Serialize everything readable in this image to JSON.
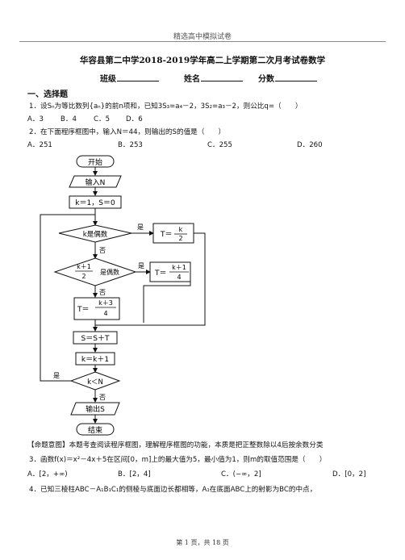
{
  "header": {
    "title": "精选高中模拟试卷"
  },
  "exam": {
    "title": "华容县第二中学2018-2019学年高二上学期第二次月考试卷数学",
    "class_label": "班级",
    "name_label": "姓名",
    "score_label": "分数"
  },
  "section1": {
    "heading": "一、选择题"
  },
  "q1": {
    "text": "1．设Sₙ为等比数列{aₙ}的前n项和，已知3S₃=a₄－2，3S₂=a₃－2，则公比q=（　　）",
    "options": [
      "A．3",
      "B．4",
      "C．5",
      "D．6"
    ]
  },
  "q2": {
    "text": "2．在下面程序框图中，输入N＝44，则输出的S的值是（　　）",
    "options": [
      "A．251",
      "B．253",
      "C．255",
      "D．260"
    ]
  },
  "flowchart": {
    "start": "开始",
    "input": "输入N",
    "init": "k＝1，S＝0",
    "cond1": "k是偶数",
    "yes1": "是",
    "no1": "否",
    "assign1_left": "T＝",
    "assign1_num": "k",
    "assign1_den": "2",
    "cond2_num": "k＋1",
    "cond2_den": "2",
    "cond2_tail": "是偶数",
    "yes2": "是",
    "no2": "否",
    "assign2_left": "T＝",
    "assign2_num": "k＋1",
    "assign2_den": "4",
    "assign3_left": "T＝",
    "assign3_num": "k＋3",
    "assign3_den": "4",
    "sum": "S＝S＋T",
    "inc": "k＝k＋1",
    "cond3": "k＜N",
    "yes3": "是",
    "no3": "否",
    "output": "输出S",
    "end": "结束"
  },
  "analysis": "【命题意图】本题考查阅读程序框图，理解程序框图的功能，本质是把正整数除以4后按余数分类",
  "q3": {
    "text": "3．函数f(x)＝x²－4x＋5在区间[0，m]上的最大值为5，最小值为1，则m的取值范围是（　　）",
    "options": [
      "A．[2，+∞)",
      "B．[2，4]",
      "C．(−∞，2]",
      "D．[0，2]"
    ]
  },
  "q4": {
    "text": "4．已知三棱柱ABC－A₁B₁C₁的侧棱与底面边长都相等，A₁在底面ABC上的射影为BC的中点，"
  },
  "footer": {
    "text": "第 1 页，共 18 页"
  }
}
